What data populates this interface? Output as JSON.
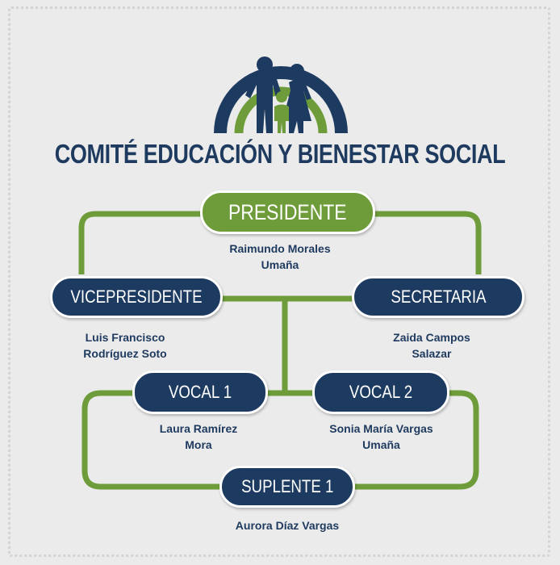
{
  "title": "COMITÉ EDUCACIÓN Y BIENESTAR SOCIAL",
  "colors": {
    "green": "#6e9c3a",
    "navy": "#1d3a61",
    "background": "#ebebeb"
  },
  "roles": {
    "presidente": {
      "label": "PRESIDENTE",
      "name_lines": [
        "Raimundo Morales",
        "Umaña"
      ]
    },
    "vicepresidente": {
      "label": "VICEPRESIDENTE",
      "name_lines": [
        "Luis Francisco",
        "Rodríguez Soto"
      ]
    },
    "secretaria": {
      "label": "SECRETARIA",
      "name_lines": [
        "Zaida Campos",
        "Salazar"
      ]
    },
    "vocal1": {
      "label": "VOCAL 1",
      "name_lines": [
        "Laura Ramírez",
        "Mora"
      ]
    },
    "vocal2": {
      "label": "VOCAL 2",
      "name_lines": [
        "Sonia María Vargas",
        "Umaña"
      ]
    },
    "suplente1": {
      "label": "SUPLENTE 1",
      "name_lines": [
        "Aurora Díaz Vargas"
      ]
    }
  }
}
